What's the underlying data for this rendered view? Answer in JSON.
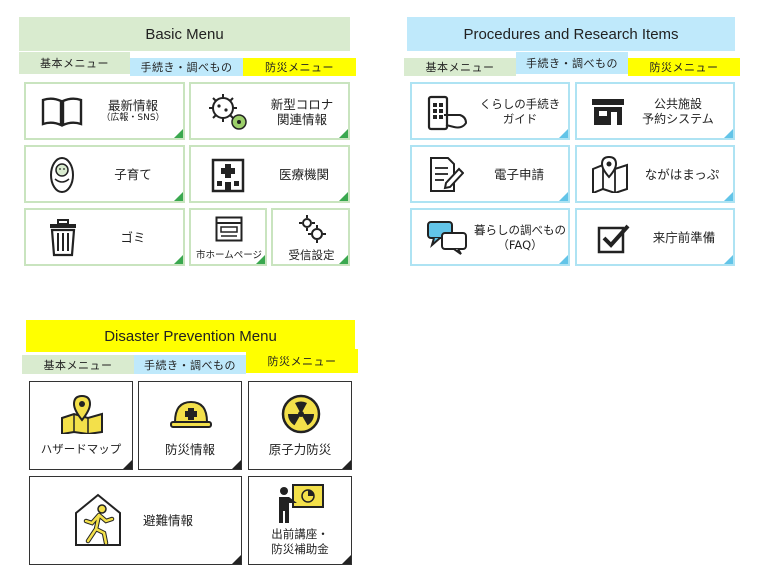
{
  "colors": {
    "basic_green": "#d9ebcf",
    "procedures_blue": "#bfe9fb",
    "disaster_yellow": "#ffff00",
    "corner_green": "#3aa84f",
    "corner_blue": "#62c4e8",
    "hazard_icon_yellow": "#f3e04a"
  },
  "basic": {
    "title": "Basic Menu",
    "tabs": [
      "基本メニュー",
      "手続き・調べもの",
      "防災メニュー"
    ],
    "items": [
      {
        "label": "最新情報",
        "sub": "（広報・SNS）",
        "icon": "book-icon"
      },
      {
        "label1": "新型コロナ",
        "label2": "関連情報",
        "icon": "virus-icon"
      },
      {
        "label": "子育て",
        "icon": "baby-icon"
      },
      {
        "label": "医療機関",
        "icon": "hospital-icon"
      },
      {
        "label": "ゴミ",
        "icon": "trash-can-icon"
      },
      {
        "label": "市ホームページ",
        "icon": "browser-window-icon"
      },
      {
        "label": "受信設定",
        "icon": "gears-icon"
      }
    ]
  },
  "procedures": {
    "title": "Procedures and Research Items",
    "tabs": [
      "基本メニュー",
      "手続き・調べもの",
      "防災メニュー"
    ],
    "items": [
      {
        "label1": "くらしの手続き",
        "label2": "ガイド",
        "icon": "smartphone-hand-icon"
      },
      {
        "label1": "公共施設",
        "label2": "予約システム",
        "icon": "building-icon"
      },
      {
        "label": "電子申請",
        "icon": "document-pen-icon"
      },
      {
        "label": "ながはまっぷ",
        "icon": "map-pin-icon"
      },
      {
        "label1": "暮らしの調べもの",
        "label2": "（FAQ）",
        "icon": "chat-bubbles-icon"
      },
      {
        "label": "来庁前準備",
        "icon": "checkbox-icon"
      }
    ]
  },
  "disaster": {
    "title": "Disaster Prevention Menu",
    "tabs": [
      "基本メニュー",
      "手続き・調べもの",
      "防災メニュー"
    ],
    "items": [
      {
        "label": "ハザードマップ",
        "icon": "hazard-map-icon"
      },
      {
        "label": "防災情報",
        "icon": "safety-helmet-icon"
      },
      {
        "label": "原子力防災",
        "icon": "radiation-icon"
      },
      {
        "label": "避難情報",
        "icon": "evacuation-icon"
      },
      {
        "label1": "出前講座・",
        "label2": "防災補助金",
        "icon": "lecture-icon"
      }
    ]
  }
}
